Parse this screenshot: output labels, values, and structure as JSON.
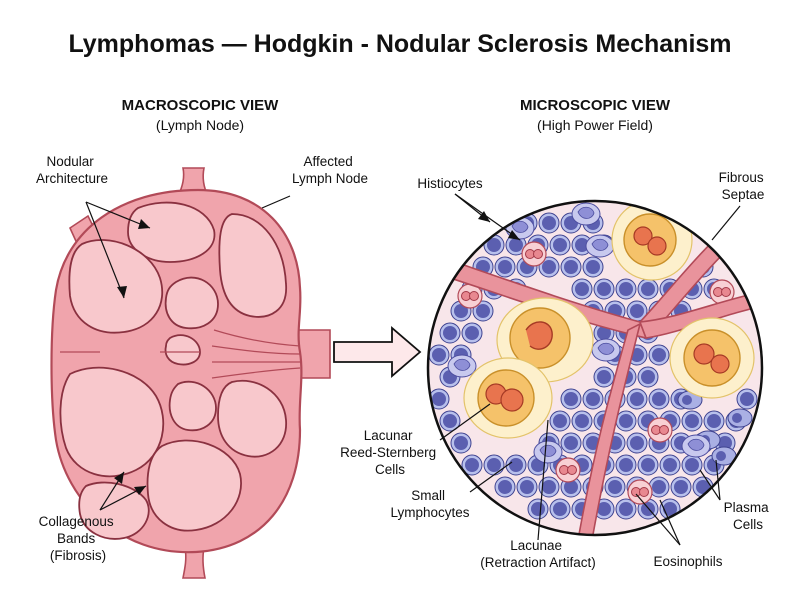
{
  "title": "Lymphomas — Hodgkin - Nodular Sclerosis Mechanism",
  "macro": {
    "heading": "MACROSCOPIC VIEW",
    "subheading": "(Lymph Node)",
    "labels": {
      "nodular": [
        "Nodular",
        "Architecture"
      ],
      "affected": [
        "Affected",
        "Lymph Node"
      ],
      "bands": [
        "Collagenous",
        "Bands",
        "(Fibrosis)"
      ]
    }
  },
  "micro": {
    "heading": "MICROSCOPIC VIEW",
    "subheading": "(High Power Field)",
    "labels": {
      "histiocytes": [
        "Histiocytes"
      ],
      "septae": [
        "Fibrous",
        "Septae"
      ],
      "rs": [
        "Lacunar",
        "Reed-Sternberg",
        "Cells"
      ],
      "small": [
        "Small",
        "Lymphocytes"
      ],
      "lacunae": [
        "Lacunae",
        "(Retraction Artifact)"
      ],
      "eos": [
        "Eosinophils"
      ],
      "plasma": [
        "Plasma",
        "Cells"
      ]
    }
  },
  "colors": {
    "tissue": "#f0a4ac",
    "tissue_dark": "#b24a58",
    "nodule": "#f8c8cc",
    "field_bg": "#f8e6ea",
    "lymphocyte": "#5b5fb0",
    "lymphocyte_ring": "#b8c0ec",
    "rs_halo": "#fdf0cc",
    "rs_cell": "#f5c26a",
    "rs_nucleus": "#e8744e",
    "eosinophil": "#e88890",
    "histiocyte": "#8e8fd6",
    "arrow_fill": "#fde8ea"
  }
}
